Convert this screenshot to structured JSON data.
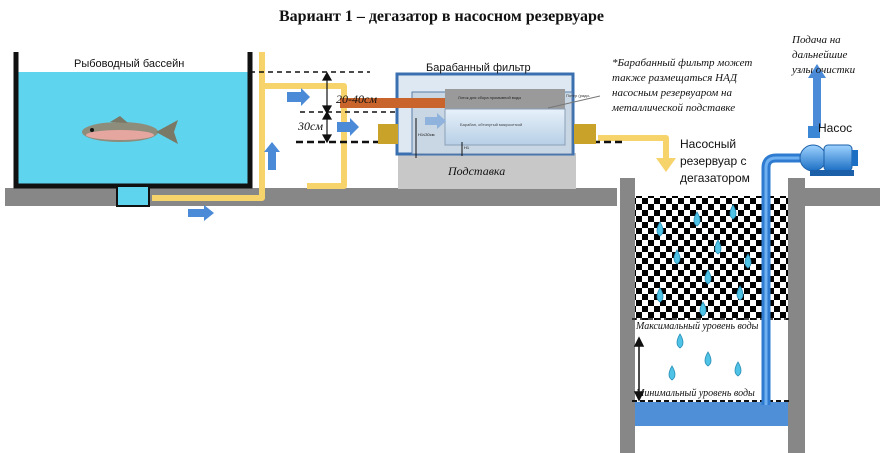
{
  "title": "Вариант 1 – дегазатор в насосном резервуаре",
  "labels": {
    "basin": "Рыбоводный бассейн",
    "drum_filter": "Барабанный фильтр",
    "stand": "Подставка",
    "level_20_40": "20-40см",
    "level_30": "30см",
    "note_line1": "*Барабанный фильтр может",
    "note_line2": "также размещаться НАД",
    "note_line3": "насосным резервуаром на",
    "note_line4": "металлической подставке",
    "supply_line1": "Подача на",
    "supply_line2": "дальнейшие",
    "supply_line3": "узлы очистки",
    "pump": "Насос",
    "tank_line1": "Насосный",
    "tank_line2": "резервуар с",
    "tank_line3": "дегазатором",
    "max_level": "Максимальный уровень воды",
    "min_level": "Минимальный уровень воды",
    "filter_tray": "Лоток для сбора промывной воды",
    "filter_drum": "Барабан, обтянутый микросеткой",
    "filter_h1_30": "H1≤30см",
    "filter_h1": "H1",
    "filter_side": "Потер (ради-"
  },
  "colors": {
    "water": "#5fd4ee",
    "pipe": "#f7d36b",
    "arrow": "#4a8ad6",
    "ground": "#878787",
    "stand": "#c8c8c8",
    "filter_frame": "#3a6fb0"
  },
  "icons": [
    "fish-icon",
    "pump-icon",
    "flow-arrow-icon",
    "water-drop-icon"
  ]
}
